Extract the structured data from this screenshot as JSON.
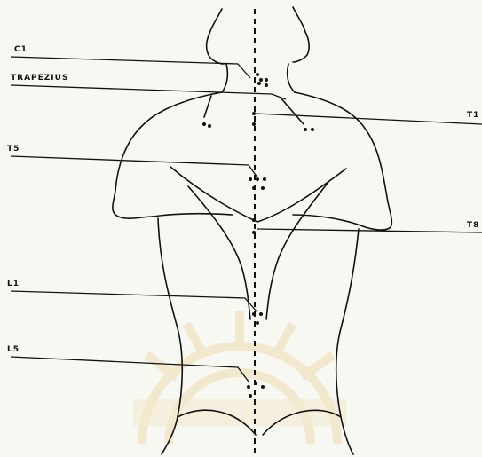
{
  "labels": {
    "c1": "C1",
    "trapezius": "TRAPEZIUS",
    "t1": "T1",
    "t5": "T5",
    "t8": "T8",
    "l1": "L1",
    "l5": "L5"
  },
  "colors": {
    "paper": "#f8f8f3",
    "ink": "#111111",
    "watermark": "#f0e6c8"
  }
}
